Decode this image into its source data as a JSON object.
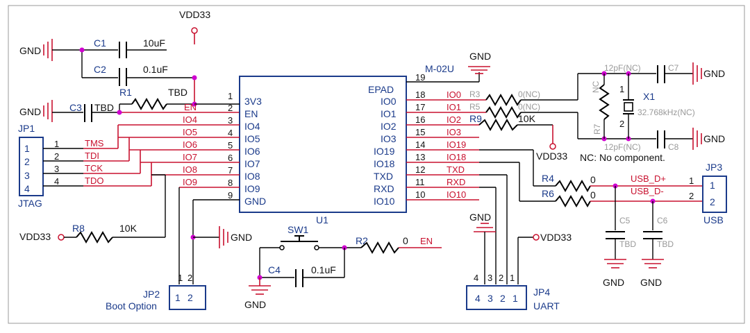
{
  "nets": {
    "vdd33": "VDD33",
    "gnd": "GND",
    "en": "EN",
    "usb_dp": "USB_D+",
    "usb_dm": "USB_D-"
  },
  "components": {
    "c1": {
      "ref": "C1",
      "value": "10uF"
    },
    "c2": {
      "ref": "C2",
      "value": "0.1uF"
    },
    "c3": {
      "ref": "C3",
      "value": "TBD"
    },
    "r1": {
      "ref": "R1",
      "value": "TBD"
    },
    "r2": {
      "ref": "R2",
      "value": "0"
    },
    "r3": {
      "ref": "R3",
      "value": "0(NC)"
    },
    "r5": {
      "ref": "R5",
      "value": "0(NC)"
    },
    "r9": {
      "ref": "R9",
      "value": "10K"
    },
    "r4": {
      "ref": "R4",
      "value": "0"
    },
    "r6": {
      "ref": "R6",
      "value": "0"
    },
    "r7": {
      "ref": "R7"
    },
    "r8": {
      "ref": "R8",
      "value": "10K"
    },
    "rnc": {
      "ref": "NC"
    },
    "c4": {
      "ref": "C4",
      "value": "0.1uF"
    },
    "c5": {
      "ref": "C5",
      "value": "TBD"
    },
    "c6": {
      "ref": "C6",
      "value": "TBD"
    },
    "c7": {
      "ref": "C7",
      "value": "12pF(NC)"
    },
    "c8": {
      "ref": "C8",
      "value": "12pF(NC)"
    },
    "x1": {
      "ref": "X1",
      "value": "32.768kHz(NC)",
      "pin1": "1",
      "pin2": "2"
    },
    "sw1": {
      "ref": "SW1"
    },
    "u1": {
      "ref": "U1",
      "part": "M-02U"
    }
  },
  "nc_note": "NC:  No  component.",
  "u1_left_pins": [
    {
      "num": "1",
      "name": "3V3",
      "net": ""
    },
    {
      "num": "2",
      "name": "EN",
      "net": "EN"
    },
    {
      "num": "3",
      "name": "IO4",
      "net": "IO4"
    },
    {
      "num": "4",
      "name": "IO5",
      "net": "IO5"
    },
    {
      "num": "5",
      "name": "IO6",
      "net": "IO6"
    },
    {
      "num": "6",
      "name": "IO7",
      "net": "IO7"
    },
    {
      "num": "7",
      "name": "IO8",
      "net": "IO8"
    },
    {
      "num": "8",
      "name": "IO9",
      "net": "IO9"
    },
    {
      "num": "9",
      "name": "GND",
      "net": ""
    }
  ],
  "u1_right_pins": [
    {
      "num": "19",
      "name": "EPAD",
      "net": ""
    },
    {
      "num": "18",
      "name": "IO0",
      "net": "IO0"
    },
    {
      "num": "17",
      "name": "IO1",
      "net": "IO1"
    },
    {
      "num": "16",
      "name": "IO2",
      "net": "IO2"
    },
    {
      "num": "15",
      "name": "IO3",
      "net": "IO3"
    },
    {
      "num": "14",
      "name": "IO19",
      "net": "IO19"
    },
    {
      "num": "13",
      "name": "IO18",
      "net": "IO18"
    },
    {
      "num": "12",
      "name": "TXD",
      "net": "TXD"
    },
    {
      "num": "11",
      "name": "RXD",
      "net": "RXD"
    },
    {
      "num": "10",
      "name": "IO10",
      "net": "IO10"
    }
  ],
  "jp1": {
    "ref": "JP1",
    "label": "JTAG",
    "pins": [
      {
        "num": "1",
        "net": "TMS"
      },
      {
        "num": "2",
        "net": "TDI"
      },
      {
        "num": "3",
        "net": "TCK"
      },
      {
        "num": "4",
        "net": "TDO"
      }
    ]
  },
  "jp2": {
    "ref": "JP2",
    "label": "Boot Option",
    "pins": [
      "1",
      "2"
    ]
  },
  "jp3": {
    "ref": "JP3",
    "label": "USB",
    "pins": [
      "1",
      "2"
    ]
  },
  "jp4": {
    "ref": "JP4",
    "label": "UART",
    "pins": [
      "4",
      "3",
      "2",
      "1"
    ]
  }
}
